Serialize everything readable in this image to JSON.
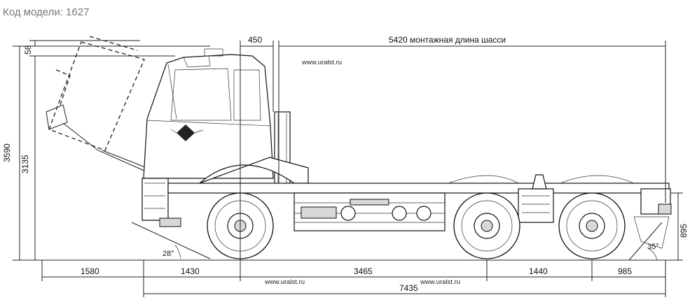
{
  "header": {
    "model_code": "Код модели: 1627"
  },
  "watermark": "www.uralst.ru",
  "dimensions": {
    "overhang_front": "1580",
    "front_axle_to_cab": "1430",
    "wheelbase_front": "3465",
    "wheelbase_rear": "1440",
    "overhang_rear": "985",
    "overall_length": "7435",
    "cab_gap": "450",
    "mounting_length": "5420 монтажная длина шасси",
    "height_total": "3590",
    "height_cab": "3135",
    "height_top": "58",
    "frame_height": "895"
  },
  "angles": {
    "approach": "28°",
    "departure": "35°"
  }
}
